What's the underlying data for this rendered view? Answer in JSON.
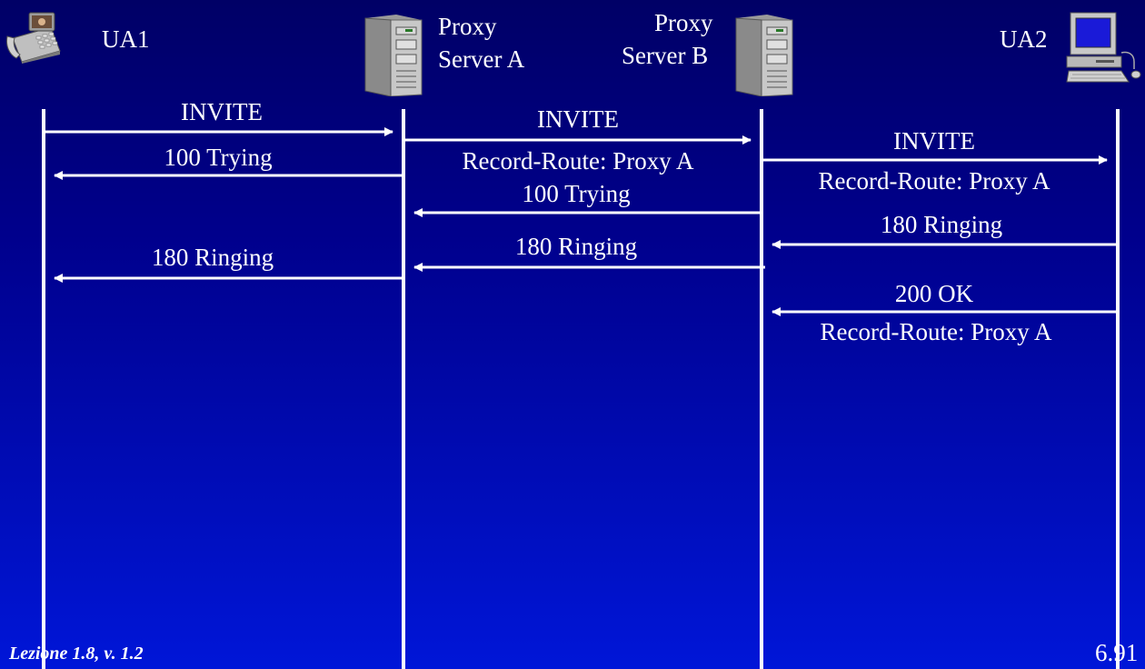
{
  "participants": [
    {
      "id": "ua1",
      "name": "UA1",
      "icon": "videophone-icon"
    },
    {
      "id": "proxy-a",
      "name_line1": "Proxy",
      "name_line2": "Server A",
      "icon": "server-tower-icon"
    },
    {
      "id": "proxy-b",
      "name_line1": "Proxy",
      "name_line2": "Server B",
      "icon": "server-tower-icon"
    },
    {
      "id": "ua2",
      "name": "UA2",
      "icon": "desktop-computer-icon"
    }
  ],
  "messages": [
    {
      "label": "INVITE",
      "from": "ua1",
      "to": "proxy-a"
    },
    {
      "label": "100 Trying",
      "from": "proxy-a",
      "to": "ua1"
    },
    {
      "label": "INVITE",
      "sub": "Record-Route: Proxy A",
      "from": "proxy-a",
      "to": "proxy-b"
    },
    {
      "label": "100 Trying",
      "from": "proxy-b",
      "to": "proxy-a"
    },
    {
      "label": "INVITE",
      "sub": "Record-Route: Proxy A",
      "from": "proxy-b",
      "to": "ua2"
    },
    {
      "label": "180 Ringing",
      "from": "ua2",
      "to": "proxy-b"
    },
    {
      "label": "180 Ringing",
      "from": "proxy-b",
      "to": "proxy-a"
    },
    {
      "label": "180 Ringing",
      "from": "proxy-a",
      "to": "ua1"
    },
    {
      "label": "200 OK",
      "sub": "Record-Route: Proxy A",
      "from": "ua2",
      "to": "proxy-b"
    }
  ],
  "footer": {
    "lecture": "Lezione 1.8, v. 1.2",
    "page": "6.91"
  },
  "colors": {
    "background_top": "#000066",
    "background_bottom": "#0016d8",
    "lines": "#ffffff"
  }
}
